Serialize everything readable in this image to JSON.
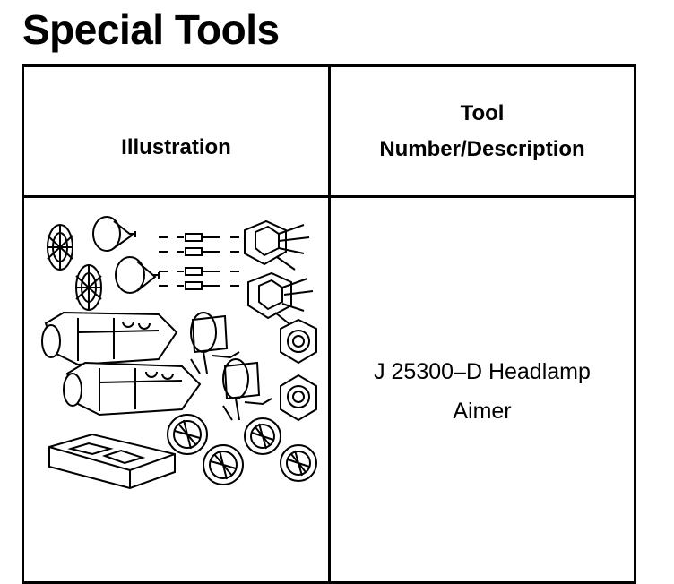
{
  "page": {
    "title": "Special Tools"
  },
  "table": {
    "headers": {
      "illustration": "Illustration",
      "tool_number_line1": "Tool",
      "tool_number_line2": "Number/Description"
    },
    "rows": [
      {
        "illustration_icon": "headlamp-aimer-kit-icon",
        "description_line1": "J 25300–D Headlamp",
        "description_line2": "Aimer"
      }
    ]
  },
  "colors": {
    "ink": "#000000",
    "background": "#ffffff"
  }
}
